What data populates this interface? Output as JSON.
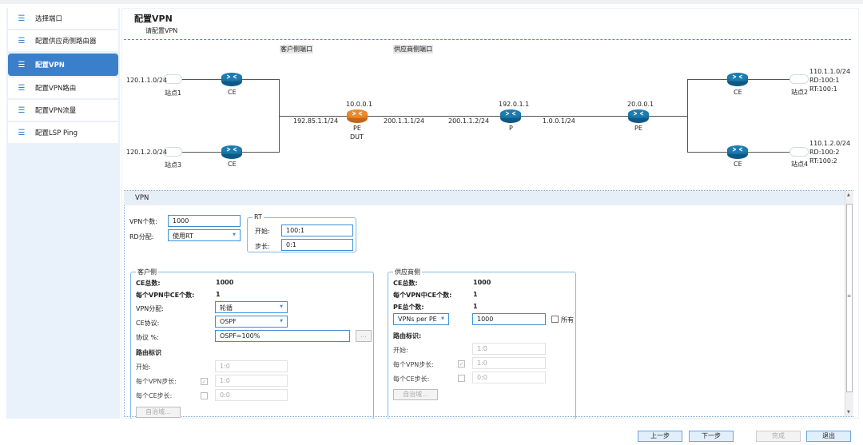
{
  "sidebar": {
    "items": [
      {
        "label": "选择端口",
        "icon": "list-icon"
      },
      {
        "label": "配置供应商侧路由器",
        "icon": "list-icon"
      },
      {
        "label": "配置VPN",
        "icon": "list-icon",
        "active": true
      },
      {
        "label": "配置VPN路由",
        "icon": "list-icon"
      },
      {
        "label": "配置VPN流量",
        "icon": "list-icon"
      },
      {
        "label": "配置LSP Ping",
        "icon": "list-icon"
      }
    ]
  },
  "header": {
    "title": "配置VPN",
    "subtitle": "请配置VPN"
  },
  "diagram": {
    "customer_port": "客户侧端口",
    "provider_port": "供应商侧端口",
    "site1_net": "120.1.1.0/24",
    "site1": "站点1",
    "site3_net": "120.1.2.0/24",
    "site3": "站点3",
    "ce": "CE",
    "ce_link": "192.85.1.1/24",
    "dut_ip": "10.0.0.1",
    "pe": "PE",
    "dut": "DUT",
    "link1": "200.1.1.1/24",
    "link2": "200.1.1.2/24",
    "p_ip": "192.0.1.1",
    "p": "P",
    "link3": "1.0.0.1/24",
    "pe2_ip": "20.0.0.1",
    "site2": "站点2",
    "site2_net": "110.1.1.0/24",
    "site2_rd": "RD:100:1",
    "site2_rt": "RT:100:1",
    "site4": "站点4",
    "site4_net": "110.1.2.0/24",
    "site4_rd": "RD:100:2",
    "site4_rt": "RT:100:2",
    "colors": {
      "router": "#1a6d9c",
      "dut_router": "#e07b20"
    }
  },
  "vpn": {
    "header": "VPN",
    "count_label": "VPN个数:",
    "count": "1000",
    "rd_label": "RD分配:",
    "rd": "使用RT",
    "rt": {
      "title": "RT",
      "start_label": "开始:",
      "start": "100:1",
      "step_label": "步长:",
      "step": "0:1"
    }
  },
  "customer": {
    "title": "客户侧",
    "ce_total_label": "CE总数:",
    "ce_total": "1000",
    "ce_per_vpn_label": "每个VPN中CE个数:",
    "ce_per_vpn": "1",
    "vpn_alloc_label": "VPN分配:",
    "vpn_alloc": "轮循",
    "ce_proto_label": "CE协议:",
    "ce_proto": "OSPF",
    "proto_pct_label": "协议 %:",
    "proto_pct": "OSPF=100%",
    "more": "...",
    "route_id": "路由标识",
    "start_label": "开始:",
    "start": "1:0",
    "vpn_step_label": "每个VPN步长:",
    "vpn_step": "1:0",
    "vpn_step_checked": true,
    "ce_step_label": "每个CE步长:",
    "ce_step": "0:0",
    "ce_step_checked": false,
    "as_button": "自治域..."
  },
  "provider": {
    "title": "供应商侧",
    "ce_total_label": "CE总数:",
    "ce_total": "1000",
    "ce_per_vpn_label": "每个VPN中CE个数:",
    "ce_per_vpn": "1",
    "pe_total_label": "PE总个数:",
    "pe_total": "1",
    "mode": "VPNs per PE",
    "mode_value": "1000",
    "all_label": "所有",
    "all_checked": false,
    "route_id": "路由标识:",
    "start_label": "开始:",
    "start": "1:0",
    "vpn_step_label": "每个VPN步长:",
    "vpn_step": "1:0",
    "vpn_step_checked": true,
    "ce_step_label": "每个CE步长:",
    "ce_step": "0:0",
    "ce_step_checked": false,
    "as_button": "自治域..."
  },
  "footer": {
    "prev": "上一步",
    "next": "下一步",
    "finish": "完成",
    "exit": "退出"
  }
}
